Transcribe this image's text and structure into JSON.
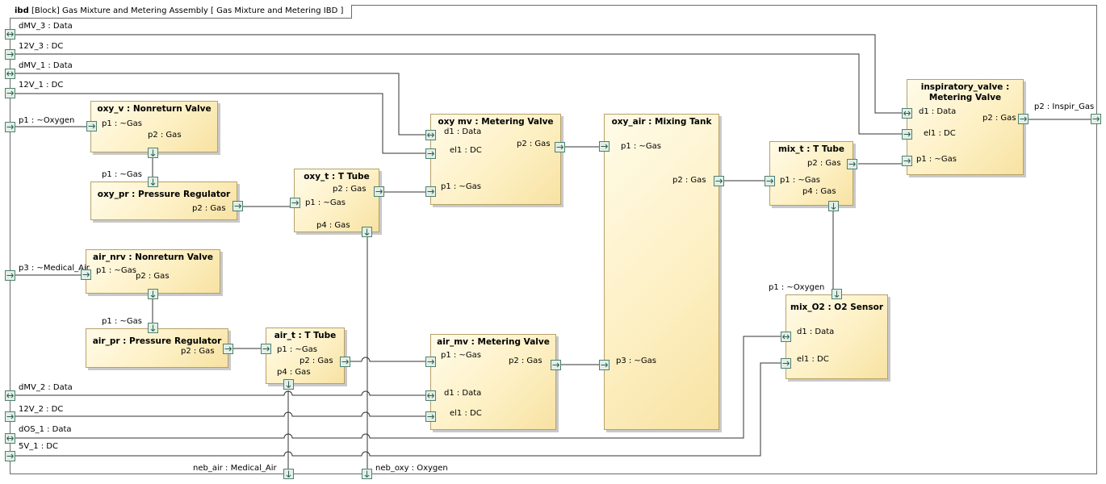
{
  "frame": {
    "kind": "ibd",
    "title": "[Block] Gas Mixture and Metering Assembly [ Gas Mixture and Metering IBD ]"
  },
  "boundary_ports": {
    "dMV_3": "dMV_3 : Data",
    "v12_3": "12V_3 : DC",
    "dMV_1": "dMV_1 : Data",
    "v12_1": "12V_1 : DC",
    "p1_oxygen": "p1 : ~Oxygen",
    "p3_air": "p3 : ~Medical_Air",
    "dMV_2": "dMV_2 : Data",
    "v12_2": "12V_2 : DC",
    "dOS_1": "dOS_1 : Data",
    "v5_1": "5V_1 : DC",
    "neb_air": "neb_air : Medical_Air",
    "neb_oxy": "neb_oxy : Oxygen",
    "p2_inspir": "p2 : Inspir_Gas"
  },
  "blocks": {
    "oxy_v": {
      "title": "oxy_v : Nonreturn Valve",
      "p1": "p1 : ~Gas",
      "p2": "p2 : Gas"
    },
    "oxy_pr": {
      "title": "oxy_pr : Pressure Regulator",
      "p1": "p1 : ~Gas",
      "p2": "p2 : Gas"
    },
    "oxy_t": {
      "title": "oxy_t : T Tube",
      "p1": "p1 : ~Gas",
      "p2": "p2 : Gas",
      "p4": "p4 : Gas"
    },
    "oxy_mv": {
      "title": "oxy mv : Metering Valve",
      "d1": "d1 : Data",
      "el1": "el1 : DC",
      "p1": "p1 : ~Gas",
      "p2": "p2 : Gas"
    },
    "oxy_air": {
      "title": "oxy_air : Mixing Tank",
      "p1": "p1 : ~Gas",
      "p2": "p2 : Gas",
      "p3": "p3 : ~Gas"
    },
    "mix_t": {
      "title": "mix_t : T Tube",
      "p1": "p1 : ~Gas",
      "p2": "p2 : Gas",
      "p4": "p4 : Gas"
    },
    "insp": {
      "title": "inspiratory_valve : Metering Valve",
      "d1": "d1 : Data",
      "el1": "el1 : DC",
      "p1": "p1 : ~Gas",
      "p2": "p2 : Gas"
    },
    "air_nrv": {
      "title": "air_nrv : Nonreturn Valve",
      "p1": "p1 : ~Gas",
      "p2": "p2 : Gas"
    },
    "air_pr": {
      "title": "air_pr : Pressure Regulator",
      "p1": "p1 : ~Gas",
      "p2": "p2 : Gas"
    },
    "air_t": {
      "title": "air_t : T Tube",
      "p1": "p1 : ~Gas",
      "p2": "p2 : Gas",
      "p4": "p4 : Gas"
    },
    "air_mv": {
      "title": "air_mv : Metering Valve",
      "p1": "p1 : ~Gas",
      "p2": "p2 : Gas",
      "d1": "d1 : Data",
      "el1": "el1 : DC"
    },
    "mix_o2": {
      "title": "mix_O2 : O2 Sensor",
      "p1": "p1 : ~Oxygen",
      "d1": "d1 : Data",
      "el1": "el1 : DC"
    }
  },
  "colors": {
    "block_fill": "#fdf0c4",
    "block_border": "#b6a16a",
    "port_fill": "#e2efe6",
    "port_border": "#4f8070",
    "wire": "#333333"
  }
}
